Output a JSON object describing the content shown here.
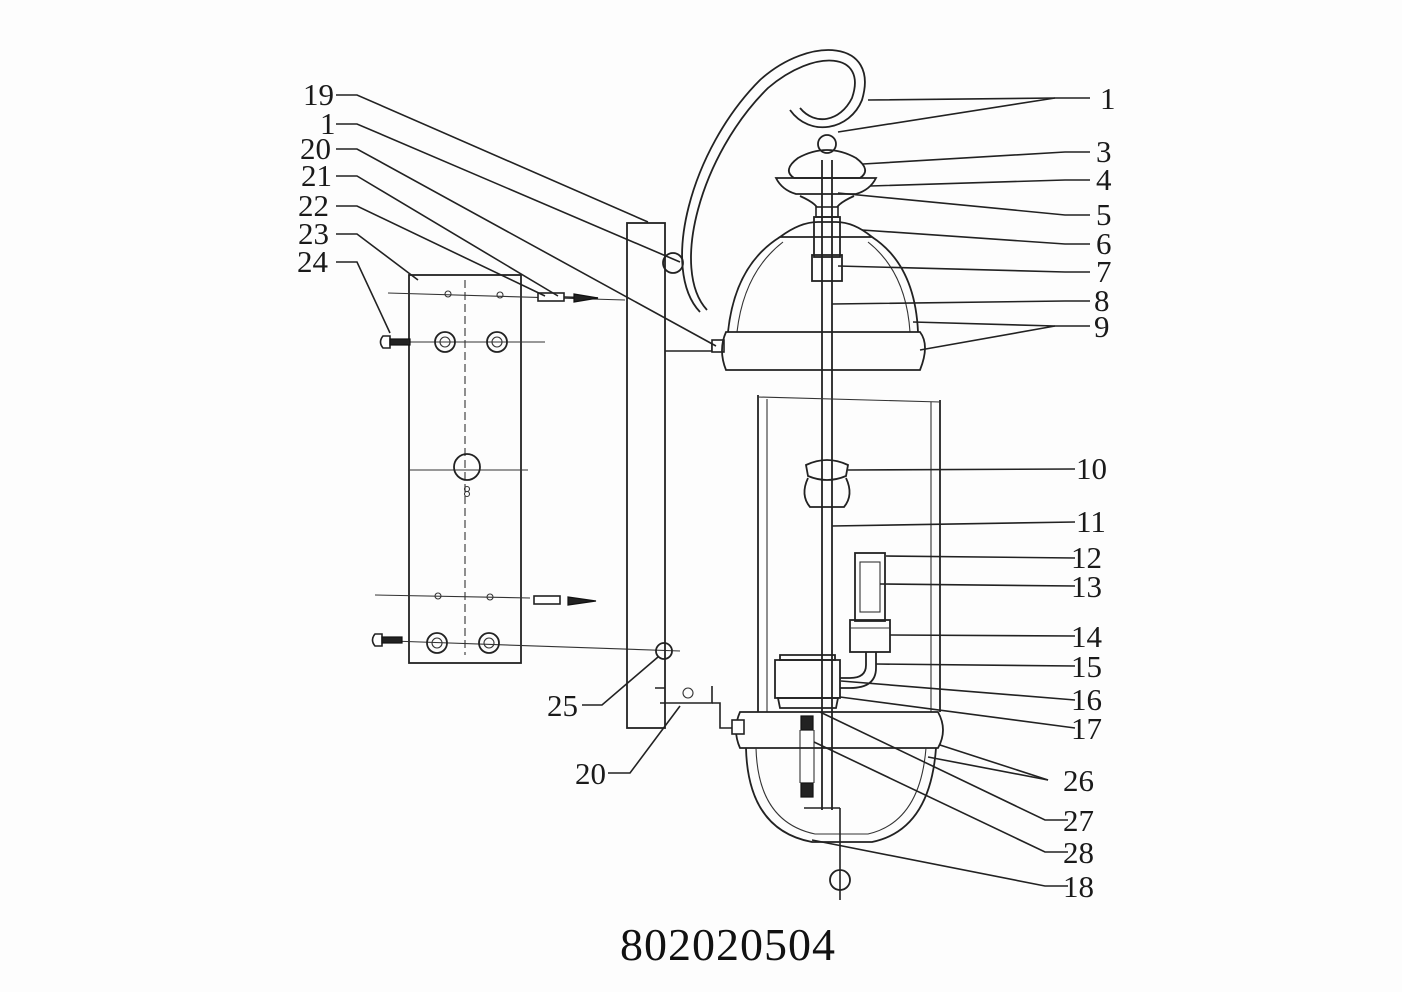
{
  "model_number": "802020504",
  "callouts_left": [
    "19",
    "1",
    "20",
    "21",
    "22",
    "23",
    "24"
  ],
  "callouts_right": [
    "1",
    "3",
    "4",
    "5",
    "6",
    "7",
    "8",
    "9",
    "10",
    "11",
    "12",
    "13",
    "14",
    "15",
    "16",
    "17",
    "26",
    "27",
    "28",
    "18"
  ],
  "callouts_bottom_left": [
    "25",
    "20"
  ]
}
